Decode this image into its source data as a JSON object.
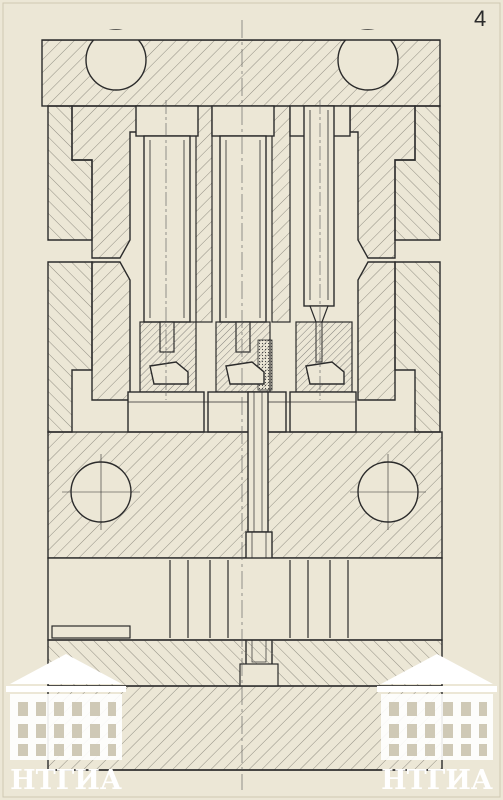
{
  "sheet": {
    "page_number": "4",
    "paper_color": "#ece7d6",
    "ink_color": "#2b2b2b",
    "hatch_color": "#7a776d"
  },
  "watermarks": [
    {
      "text": "НТГИА",
      "color": "#ffffff",
      "icon": "archive-building-icon"
    },
    {
      "text": "НТГИА",
      "color": "#ffffff",
      "icon": "archive-building-icon"
    }
  ]
}
